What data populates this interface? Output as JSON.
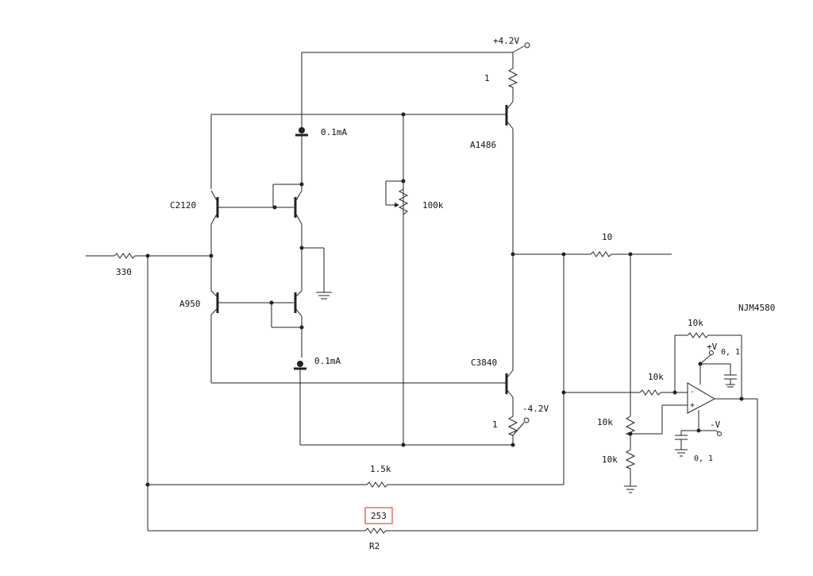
{
  "labels": {
    "supply_pos": "+4.2V",
    "supply_neg": "-4.2V",
    "r_top": "1",
    "r_bottom": "1",
    "q_a1486": "A1486",
    "q_c3840": "C3840",
    "q_c2120": "C2120",
    "q_a950": "A950",
    "cs_top": "0.1mA",
    "cs_bottom": "0.1mA",
    "pot": "100k",
    "r_in": "330",
    "r_out": "10",
    "opamp": "NJM4580",
    "r_fb_op": "10k",
    "r_in_op": "10k",
    "r_div1": "10k",
    "r_div2": "10k",
    "cap_top": "0, 1",
    "cap_bottom": "0, 1",
    "vplus": "+V",
    "vminus": "-V",
    "r_fb1": "1.5k",
    "r_fb2_value": "253",
    "r_fb2_name": "R2"
  }
}
